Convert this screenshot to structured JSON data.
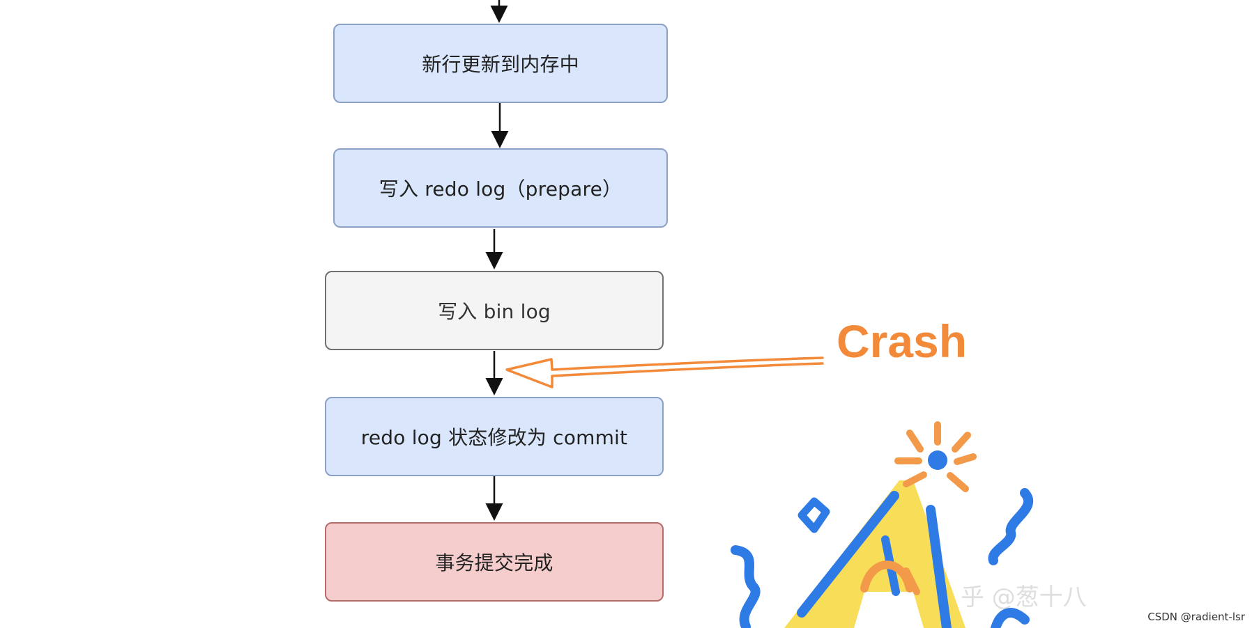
{
  "diagram": {
    "nodes": [
      {
        "id": "n1",
        "label": "新行更新到内存中"
      },
      {
        "id": "n2",
        "label": "写入 redo log（prepare）"
      },
      {
        "id": "n3",
        "label": "写入 bin log"
      },
      {
        "id": "n4",
        "label": "redo log 状态修改为 commit"
      },
      {
        "id": "n5",
        "label": "事务提交完成"
      }
    ],
    "annotation": {
      "label": "Crash",
      "color": "#f28a3a"
    }
  },
  "watermark": {
    "text": "乎 @葱十八"
  },
  "credit": {
    "text": "CSDN @radient-lsr"
  },
  "colors": {
    "blue_fill": "#d9e6fb",
    "gray_fill": "#f4f4f4",
    "red_fill": "#f6cdcd",
    "accent_orange": "#f28a3a",
    "sticker_blue": "#2f7be6",
    "sticker_yellow": "#f7dd58"
  }
}
